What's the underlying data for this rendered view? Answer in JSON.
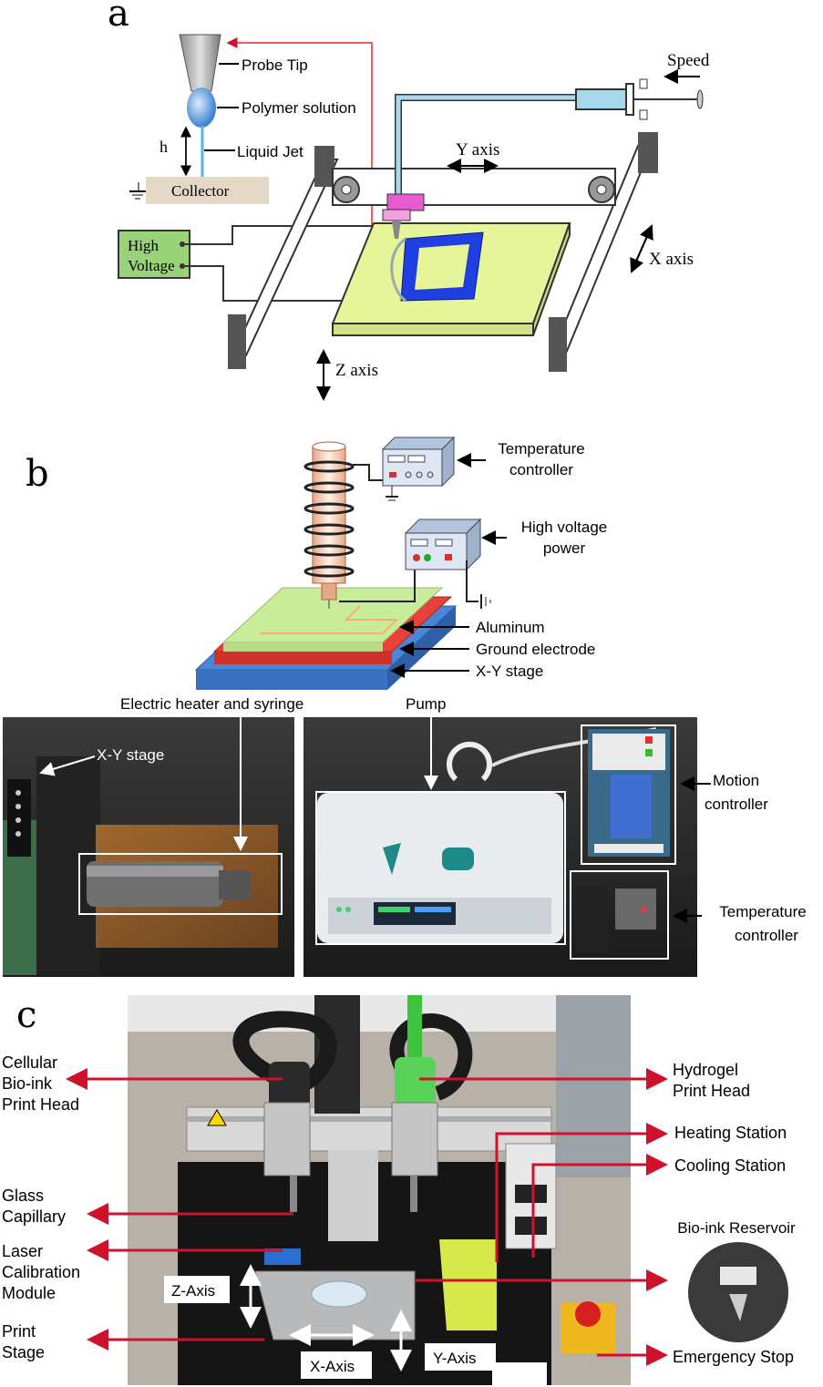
{
  "panels": {
    "a": {
      "letter": "a",
      "labels": {
        "probe_tip": "Probe Tip",
        "polymer_solution": "Polymer solution",
        "liquid_jet": "Liquid Jet",
        "h": "h",
        "collector": "Collector",
        "high": "High",
        "voltage": "Voltage",
        "y_axis": "Y axis",
        "x_axis": "X axis",
        "z_axis": "Z axis",
        "speed": "Speed"
      }
    },
    "b": {
      "letter": "b",
      "labels": {
        "temperature_controller_1": "Temperature",
        "temperature_controller_2": "controller",
        "high_voltage_power_1": "High voltage",
        "high_voltage_power_2": "power",
        "aluminum": "Aluminum",
        "ground_electrode": "Ground electrode",
        "xy_stage": "X-Y stage",
        "electric_heater": "Electric heater and syringe",
        "pump": "Pump",
        "photo_xy_stage": "X-Y stage",
        "motion_controller_1": "Motion",
        "motion_controller_2": "controller",
        "temp_controller_photo_1": "Temperature",
        "temp_controller_photo_2": "controller"
      }
    },
    "c": {
      "letter": "c",
      "labels": {
        "cellular_1": "Cellular",
        "cellular_2": "Bio-ink",
        "cellular_3": "Print Head",
        "glass_1": "Glass",
        "glass_2": "Capillary",
        "laser_1": "Laser",
        "laser_2": "Calibration",
        "laser_3": "Module",
        "print_stage_1": "Print",
        "print_stage_2": "Stage",
        "hydrogel_1": "Hydrogel",
        "hydrogel_2": "Print Head",
        "heating_station": "Heating Station",
        "cooling_station": "Cooling Station",
        "bioink_reservoir": "Bio-ink Reservoir",
        "emergency_stop": "Emergency Stop",
        "z_axis": "Z-Axis",
        "x_axis": "X-Axis",
        "y_axis": "Y-Axis"
      }
    }
  },
  "colors": {
    "arrow_red": "#d0112b",
    "lime": "#e6f59a",
    "blue_track": "#1f3fe0",
    "pink_head": "#e85ad0",
    "green_box": "#9ad27a",
    "aluminum": "#c9ec9a",
    "ground": "#e8413a",
    "stage_blue": "#4a86d8"
  }
}
